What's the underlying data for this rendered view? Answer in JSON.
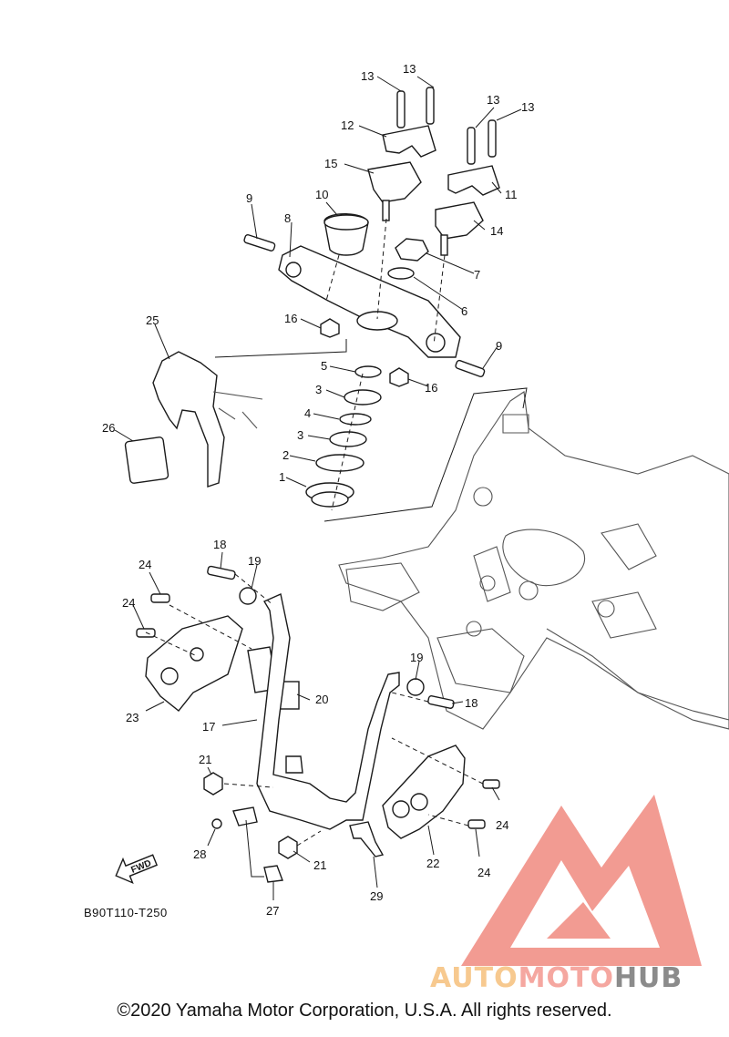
{
  "diagram": {
    "code": "B90T110-T250",
    "fwd_label": "FWD",
    "copyright": "©2020 Yamaha Motor Corporation, U.S.A. All rights reserved.",
    "watermark": {
      "part1": "AUTO",
      "part2": "MOTO",
      "part3": "HUB"
    },
    "callouts": {
      "c13a": "13",
      "c13b": "13",
      "c13c": "13",
      "c13d": "13",
      "c12": "12",
      "c15": "15",
      "c11": "11",
      "c14": "14",
      "c10": "10",
      "c9a": "9",
      "c8": "8",
      "c7": "7",
      "c6": "6",
      "c16a": "16",
      "c16b": "16",
      "c9b": "9",
      "c5": "5",
      "c3a": "3",
      "c4": "4",
      "c3b": "3",
      "c2": "2",
      "c1": "1",
      "c25": "25",
      "c26": "26",
      "c18a": "18",
      "c19a": "19",
      "c24a": "24",
      "c24b": "24",
      "c20": "20",
      "c23": "23",
      "c17": "17",
      "c19b": "19",
      "c18b": "18",
      "c21a": "21",
      "c21b": "21",
      "c24c": "24",
      "c24d": "24",
      "c22": "22",
      "c28": "28",
      "c27": "27",
      "c29": "29"
    },
    "colors": {
      "watermark_red": "#f08a80",
      "watermark_orange": "#f7c98f",
      "watermark_gray": "#8b8b8b"
    }
  }
}
